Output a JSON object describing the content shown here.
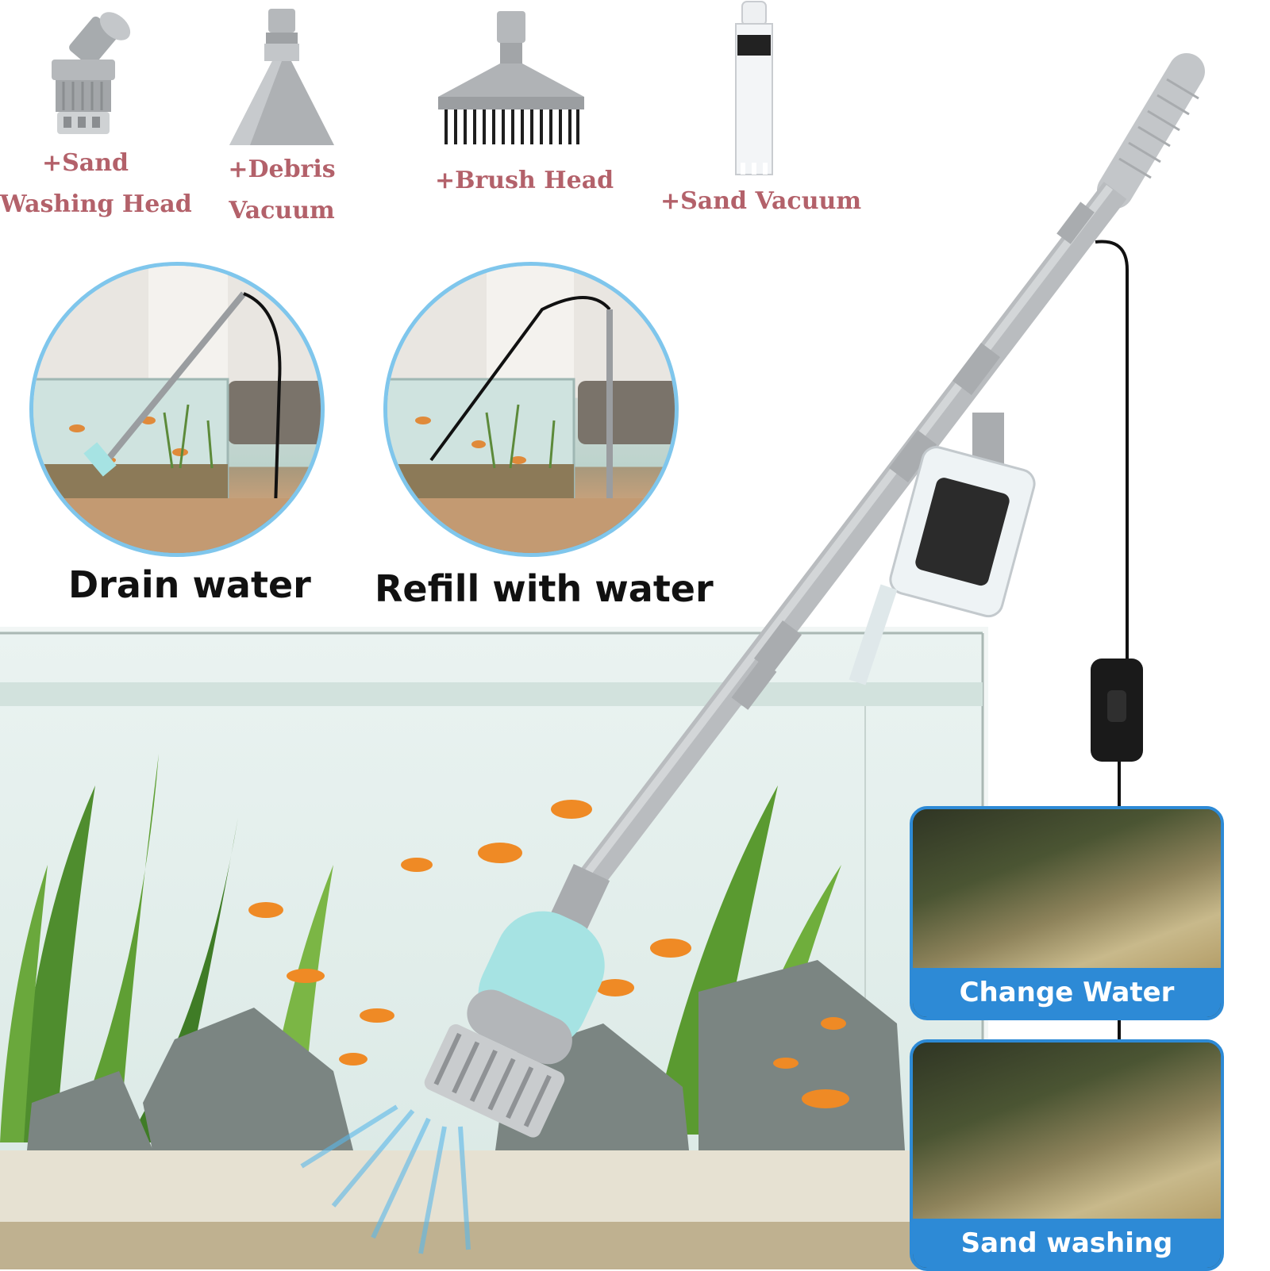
{
  "accessories": [
    {
      "line1": "+Sand",
      "line2": "Washing Head"
    },
    {
      "line1": "+Debris",
      "line2": "Vacuum"
    },
    {
      "line1": "+Brush Head",
      "line2": ""
    },
    {
      "line1": "+Sand Vacuum",
      "line2": ""
    }
  ],
  "demos": [
    {
      "caption": "Drain water"
    },
    {
      "caption": "Refill with water"
    }
  ],
  "panels": [
    {
      "caption": "Change Water"
    },
    {
      "caption": "Sand washing"
    }
  ],
  "colors": {
    "label_red": "#b3616a",
    "accent_blue": "#2d8ad6",
    "circle_border": "#7fc6ec",
    "tool_gray": "#b9bcbf",
    "motor_teal": "#a6e3e3"
  }
}
